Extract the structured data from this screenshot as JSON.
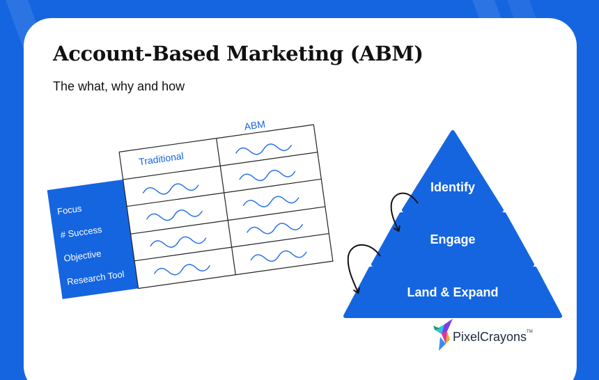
{
  "header": {
    "title": "Account-Based Marketing (ABM)",
    "subtitle": "The what, why and how"
  },
  "table": {
    "columns": [
      "Traditional",
      "ABM"
    ],
    "rows": [
      "Focus",
      "# Success",
      "Objective",
      "Research Tool"
    ]
  },
  "pyramid": {
    "levels": [
      "Identify",
      "Engage",
      "Land & Expand"
    ]
  },
  "brand": {
    "name": "PixelCrayons",
    "trademark": "TM"
  },
  "colors": {
    "accent": "#1565e0",
    "scribble": "#2a72e8",
    "text": "#111111"
  }
}
